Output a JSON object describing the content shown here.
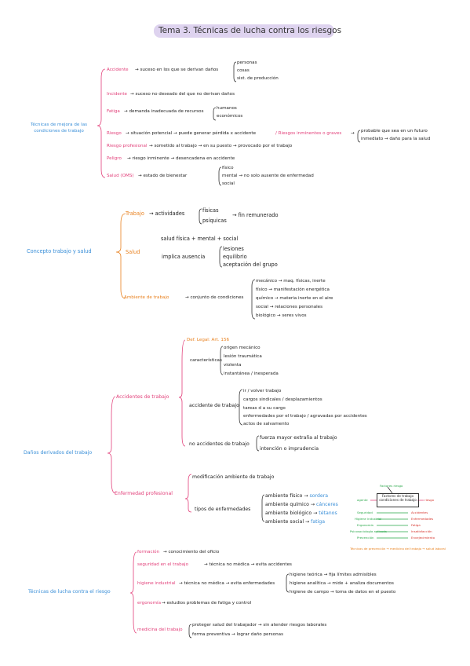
{
  "title": "Tema 3. Técnicas de lucha contra los riesgos",
  "s1": {
    "root": "Técnicas de mejora de las condiciones de trabajo",
    "accidente_label": "Accidente",
    "accidente_text": "suceso en los que se derivan daños",
    "accidente_items": [
      "personas",
      "cosas",
      "sist. de producción"
    ],
    "incidente_label": "Incidente",
    "incidente_text": "suceso no deseado del que no derivan daños",
    "fatiga_label": "Fatiga",
    "fatiga_text": "demanda inadecuada de recursos",
    "fatiga_items": [
      "humanos",
      "económicos"
    ],
    "riesgo_label": "Riesgo",
    "riesgo_text": "situación potencial → puede generar pérdida x accidente",
    "riesgo_extra": "/ Riesgos inminentes o graves",
    "riesgo_right": [
      "probable que sea en un futuro",
      "inmediato → daño para la salud"
    ],
    "riesgo_prof_label": "Riesgo profesional",
    "riesgo_prof_text": "sometido al trabajo → en su puesto → provocado por el trabajo",
    "peligro_label": "Peligro",
    "peligro_text": "riesgo inminente → desencadena en accidente",
    "salud_label": "Salud (OMS)",
    "salud_text": "estado de bienestar",
    "salud_items": [
      "físico",
      "mental → no solo ausente de enfermedad",
      "social"
    ]
  },
  "s2": {
    "root": "Concepto trabajo y salud",
    "trabajo_label": "Trabajo",
    "actividades": "actividades",
    "act_items": [
      "físicas",
      "psíquicas"
    ],
    "fin": "fin remunerado",
    "salud_label": "Salud",
    "salud_line": "salud física + mental + social",
    "implica": "implica ausencia",
    "implica_items": [
      "lesiones",
      "equilibrio",
      "aceptación del grupo"
    ],
    "ambiente_label": "Ambiente de trabajo",
    "conjunto": "conjunto de condiciones",
    "cond_items": [
      "mecánico → maq. físicas, inerte",
      "físico → manifestación energética",
      "químico → materia inerte en el aire",
      "social → relaciones personales",
      "biológico → seres vivos"
    ]
  },
  "s3": {
    "root": "Daños derivados del trabajo",
    "accidentes_label": "Accidentes de trabajo",
    "def": "Def. Legal: Art. 156",
    "caracteristicas": "características",
    "car_items": [
      "origen mecánico",
      "lesión traumática",
      "violenta",
      "instantánea / inesperada"
    ],
    "accidente_trabajo": "accidente de trabajo",
    "at_items": [
      "ir / volver trabajo",
      "cargos sindicales / desplazamientos",
      "tareas d a su cargo",
      "enfermedades por el trabajo / agravadas por accidentes",
      "actos de salvamento"
    ],
    "no_accidentes": "no accidentes de trabajo",
    "no_items": [
      "fuerza mayor extraña al trabajo",
      "intención o imprudencia"
    ],
    "enfermedad_label": "Enfermedad profesional",
    "modificacion": "modificación ambiente de trabajo",
    "tipos": "tipos de enfermedades",
    "tipos_items": [
      {
        "a": "ambiente físico",
        "b": "sordera"
      },
      {
        "a": "ambiente químico",
        "b": "cánceres"
      },
      {
        "a": "ambiente biológico",
        "b": "tétanos"
      },
      {
        "a": "ambiente social",
        "b": "fatiga"
      }
    ],
    "diag_top": "Factores riesgo",
    "diag_left": "agente",
    "diag_right": "riesgo",
    "diag_box": "Factores de trabajo condiciones de trabajo",
    "diag_rows": [
      {
        "l": "Seguridad",
        "r": "Accidentes"
      },
      {
        "l": "Higiene industrial",
        "r": "Enfermedades"
      },
      {
        "l": "Ergonomía",
        "r": "Fatiga"
      },
      {
        "l": "Psicosociología aplicada",
        "r": "Insatisfacción"
      },
      {
        "l": "Prevención",
        "r": "Envejecimiento"
      }
    ],
    "diag_footer": "Técnicas de prevención → medicina del trabajo → salud laboral"
  },
  "s4": {
    "root": "Técnicas de lucha contra el riesgo",
    "formacion": "formación",
    "formacion_text": "conocimiento del oficio",
    "seguridad": "seguridad en el trabajo",
    "seguridad_text": "técnica no médica → evita accidentes",
    "higiene": "higiene industrial",
    "higiene_text": "técnica no médica → evita enfermedades",
    "higiene_items": [
      "higiene teórica → fija límites admisibles",
      "higiene analítica → mide + analiza documentos",
      "higiene de campo → toma de datos en el puesto"
    ],
    "ergonomia": "ergonomía",
    "ergonomia_text": "estudios problemas de fatiga y control",
    "medicina": "medicina del trabajo",
    "medicina_items": [
      "proteger salud del trabajador → sin atender riesgos laborales",
      "forma preventiva → lograr daño personas"
    ]
  }
}
